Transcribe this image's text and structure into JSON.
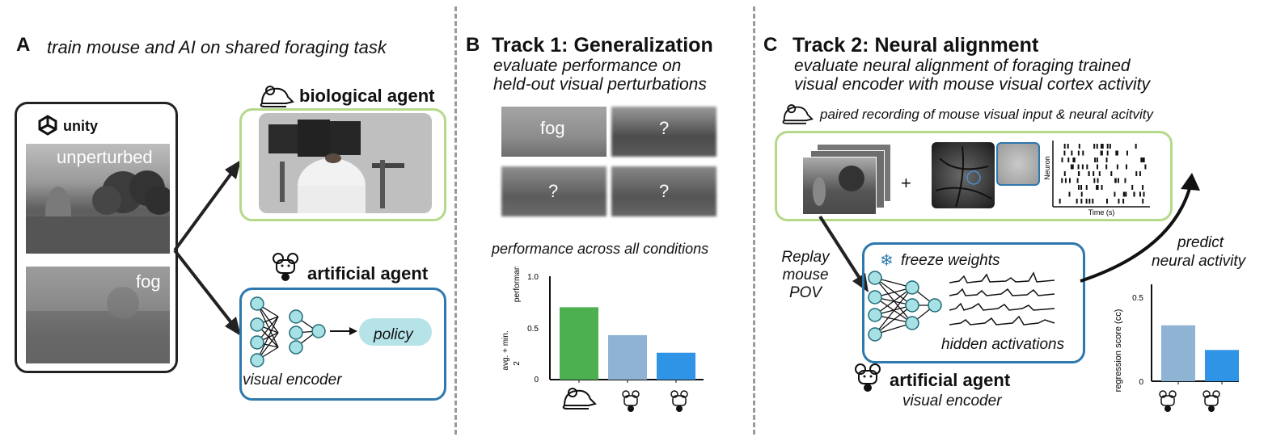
{
  "panelA": {
    "letter": "A",
    "title": "train mouse and AI on shared foraging task",
    "unity_logo_text": "unity",
    "img1_label": "unperturbed",
    "img2_label": "fog",
    "bio_title": "biological agent",
    "art_title": "artificial agent",
    "policy_label": "policy",
    "encoder_label": "visual encoder"
  },
  "panelB": {
    "letter": "B",
    "title": "Track 1: Generalization",
    "subtitle1": "evaluate performance on",
    "subtitle2": "held-out visual perturbations",
    "fog_label": "fog",
    "question": "?",
    "perf_title": "performance across all conditions",
    "ylabel": "performance",
    "ylabel2": "avg. + min.",
    "ylabel_den": "2",
    "ytick_top": "1.0",
    "ytick_mid": "0.5",
    "ytick_zero": "0"
  },
  "panelC": {
    "letter": "C",
    "title": "Track 2: Neural alignment",
    "subtitle1": "evaluate neural alignment of foraging trained",
    "subtitle2": "visual encoder with mouse visual cortex activity",
    "paired_label": "paired recording of mouse visual input & neural acitvity",
    "plus": "+",
    "neuron_label": "Neuron",
    "time_label": "Time (s)",
    "replay1": "Replay",
    "replay2": "mouse",
    "replay3": "POV",
    "freeze_label": "freeze weights",
    "hidden_label": "hidden activations",
    "predict1": "predict",
    "predict2": "neural activity",
    "art_title": "artificial agent",
    "art_sub": "visual encoder",
    "reg_ylabel": "regression score (cc)",
    "reg_ytick_top": "0.5",
    "reg_ytick_zero": "0"
  },
  "chart_data": [
    {
      "type": "bar",
      "categories": [
        "mouse",
        "artificial agent 1",
        "artificial agent 2"
      ],
      "values": [
        0.7,
        0.43,
        0.26
      ],
      "colors": [
        "#4caf50",
        "#8fb3d3",
        "#2f93e6"
      ],
      "ylabel": "performance",
      "ylim": [
        0,
        1.0
      ]
    },
    {
      "type": "bar",
      "categories": [
        "artificial agent 1",
        "artificial agent 2"
      ],
      "values": [
        0.34,
        0.19
      ],
      "colors": [
        "#8fb3d3",
        "#2f93e6"
      ],
      "ylabel": "regression score (cc)",
      "ylim": [
        0,
        0.55
      ]
    }
  ]
}
